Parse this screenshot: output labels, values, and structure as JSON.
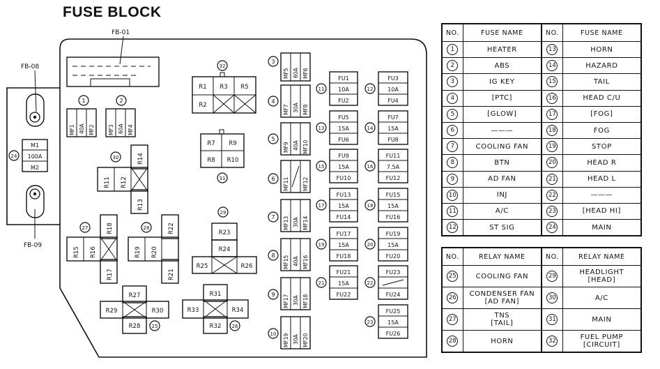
{
  "title": "FUSE BLOCK",
  "labels": {
    "fb01": "FB-01",
    "fb08": "FB-08",
    "fb09": "FB-09"
  },
  "circled": [
    "1",
    "2",
    "3",
    "4",
    "5",
    "6",
    "7",
    "8",
    "9",
    "10",
    "11",
    "12",
    "13",
    "14",
    "15",
    "16",
    "17",
    "18",
    "19",
    "20",
    "21",
    "22",
    "23",
    "24",
    "25",
    "26",
    "27",
    "28",
    "29",
    "30",
    "31",
    "32"
  ],
  "main_fuse": {
    "top": "M1",
    "mid": "100A",
    "bot": "M2"
  },
  "small_mf": {
    "mf1": "MF1",
    "mf2": "MF2",
    "a40": "40A",
    "mf3": "MF3",
    "mf4": "MF4",
    "a60": "60A"
  },
  "mf_col": {
    "mf5": "MF5",
    "mf6": "MF6",
    "a60": "60A",
    "mf7": "MF7",
    "mf8": "MF8",
    "a30": "30A",
    "mf9": "MF9",
    "mf10": "MF10",
    "a40": "40A",
    "mf11": "MF11",
    "mf12": "MF12",
    "mf13": "MF13",
    "mf14": "MF14",
    "mf15": "MF15",
    "mf16": "MF16",
    "mf17": "MF17",
    "mf18": "MF18",
    "mf19": "MF19",
    "mf20": "MF20"
  },
  "fu_left": [
    [
      "FU1",
      "10A",
      "FU2"
    ],
    [
      "FU5",
      "15A",
      "FU6"
    ],
    [
      "FU9",
      "15A",
      "FU10"
    ],
    [
      "FU13",
      "15A",
      "FU14"
    ],
    [
      "FU17",
      "15A",
      "FU18"
    ],
    [
      "FU21",
      "15A",
      "FU22"
    ]
  ],
  "fu_right": [
    [
      "FU3",
      "10A",
      "FU4"
    ],
    [
      "FU7",
      "15A",
      "FU8"
    ],
    [
      "FU11",
      "7.5A",
      "FU12"
    ],
    [
      "FU15",
      "15A",
      "FU16"
    ],
    [
      "FU19",
      "15A",
      "FU20"
    ],
    [
      "FU23",
      "",
      "FU24"
    ],
    [
      "FU25",
      "15A",
      "FU26"
    ]
  ],
  "relays": {
    "r1": "R1",
    "r2": "R2",
    "r3": "R3",
    "r5": "R5",
    "r7": "R7",
    "r8": "R8",
    "r9": "R9",
    "r10": "R10",
    "r11": "R11",
    "r12": "R12",
    "r13": "R13",
    "r14": "R14",
    "r15": "R15",
    "r16": "R16",
    "r17": "R17",
    "r18": "R18",
    "r19": "R19",
    "r20": "R20",
    "r21": "R21",
    "r22": "R22",
    "r23": "R23",
    "r24": "R24",
    "r25": "R25",
    "r26": "R26",
    "r27": "R27",
    "r28": "R28",
    "r29": "R29",
    "r30": "R30",
    "r31": "R31",
    "r32": "R32",
    "r33": "R33",
    "r34": "R34"
  },
  "fuse_table": {
    "headers": [
      "NO.",
      "FUSE NAME",
      "NO.",
      "FUSE NAME"
    ],
    "rows": [
      [
        "1",
        "HEATER",
        "13",
        "HORN"
      ],
      [
        "2",
        "ABS",
        "14",
        "HAZARD"
      ],
      [
        "3",
        "IG KEY",
        "15",
        "TAIL"
      ],
      [
        "4",
        "[PTC]",
        "16",
        "HEAD C/U"
      ],
      [
        "5",
        "[GLOW]",
        "17",
        "[FOG]"
      ],
      [
        "6",
        "———",
        "18",
        "FOG"
      ],
      [
        "7",
        "COOLING FAN",
        "19",
        "STOP"
      ],
      [
        "8",
        "BTN",
        "20",
        "HEAD R"
      ],
      [
        "9",
        "AD FAN",
        "21",
        "HEAD L"
      ],
      [
        "10",
        "INJ",
        "22",
        "———"
      ],
      [
        "11",
        "A/C",
        "23",
        "[HEAD HI]"
      ],
      [
        "12",
        "ST SIG",
        "24",
        "MAIN"
      ]
    ]
  },
  "relay_table": {
    "headers": [
      "NO.",
      "RELAY NAME",
      "NO.",
      "RELAY NAME"
    ],
    "rows": [
      [
        "25",
        "COOLING FAN",
        "29",
        "HEADLIGHT\n[HEAD]"
      ],
      [
        "26",
        "CONDENSER FAN\n[AD FAN]",
        "30",
        "A/C"
      ],
      [
        "27",
        "TNS\n[TAIL]",
        "31",
        "MAIN"
      ],
      [
        "28",
        "HORN",
        "32",
        "FUEL PUMP\n[CIRCUIT]"
      ]
    ]
  }
}
